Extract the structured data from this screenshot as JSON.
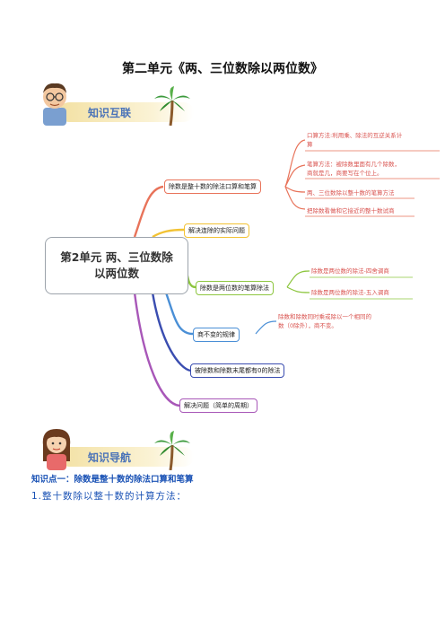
{
  "title": "第二单元《两、三位数除以两位数》",
  "banner1": {
    "label": "知识互联",
    "person_icon": "boy-with-glasses-icon",
    "tree_icon": "palm-tree-icon"
  },
  "banner2": {
    "label": "知识导航",
    "person_icon": "girl-icon",
    "tree_icon": "palm-tree-icon"
  },
  "mindmap": {
    "central": {
      "line1": "第2单元 两、三位数除",
      "line2": "以两位数"
    },
    "branches": [
      {
        "label": "除数是整十数的除法口算和笔算",
        "color": "#e8735a",
        "leaves": [
          {
            "line1": "口算方法:利用乘、除法的互逆关系计",
            "line2": "算"
          },
          {
            "line1": "笔算方法：被除数里面有几个除数，",
            "line2": "商就是几，商要写在个位上。"
          },
          {
            "line1": "两、三位数除以整十数的笔算方法",
            "line2": ""
          },
          {
            "line1": "把除数看做和它接近的整十数试商",
            "line2": ""
          }
        ]
      },
      {
        "label": "解决连除的实际问题",
        "color": "#f2c233",
        "leaves": []
      },
      {
        "label": "除数是两位数的笔算除法",
        "color": "#8dc63f",
        "leaves": [
          {
            "line1": "除数是两位数的除法-四舍调商",
            "line2": ""
          },
          {
            "line1": "除数是两位数的除法-五入调商",
            "line2": ""
          }
        ]
      },
      {
        "label": "商不变的规律",
        "color": "#4a8fd6",
        "leaves": [
          {
            "line1": "除数和除数同时乘或除以一个相同的",
            "line2": "数（0除外），商不变。"
          }
        ]
      },
      {
        "label": "被除数和除数末尾都有0的除法",
        "color": "#3a4db0",
        "leaves": []
      },
      {
        "label": "解决问题（简单的周期）",
        "color": "#a857b8",
        "leaves": []
      }
    ]
  },
  "knowledge_point": "知识点一：除数是整十数的除法口算和笔算",
  "subheading": "1.整十数除以整十数的计算方法："
}
